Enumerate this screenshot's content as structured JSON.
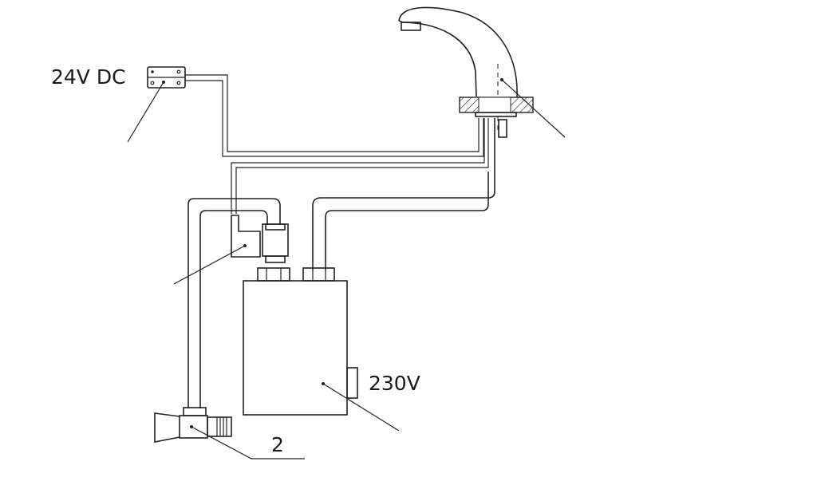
{
  "labels": {
    "dc_supply": "24V DC",
    "mains_supply": "230V",
    "valve_ref": "2"
  },
  "colors": {
    "line": "#222222",
    "background": "#ffffff"
  }
}
